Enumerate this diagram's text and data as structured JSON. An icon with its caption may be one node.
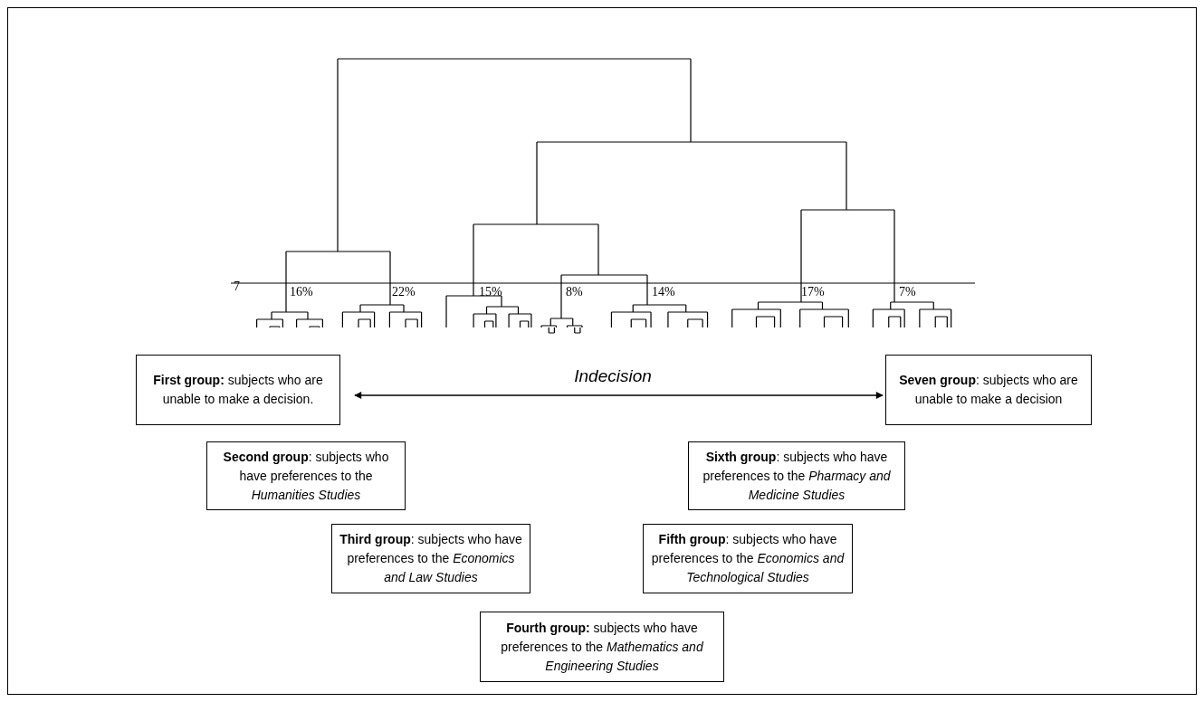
{
  "diagram": {
    "nodes": [
      {
        "text": [
          "**First group:** subjects who are unable to make a decision."
        ]
      },
      {
        "text": [
          "**Second group**: subjects who have preferences to the *Humanities Studies*"
        ]
      },
      {
        "text": [
          "**Third group**: subjects who have preferences to the *Economics and Law Studies*"
        ]
      },
      {
        "text": [
          "**Fourth group:** subjects who have preferences to the *Mathematics and Engineering Studies*"
        ]
      },
      {
        "text": [
          "**Fifth group**: subjects who have preferences to the *Economics and Technological Studies*"
        ]
      },
      {
        "text": [
          "**Sixth group**: subjects who have preferences to the *Pharmacy and Medicine Studies*"
        ]
      },
      {
        "text": [
          "**Seven group**: subjects who are unable to make a decision"
        ]
      }
    ],
    "edges": [
      {
        "from": 0,
        "to": 6,
        "arrow": "both",
        "label": "Indecision"
      }
    ],
    "labels": [
      "7",
      "16%",
      "22%",
      "15%",
      "8%",
      "14%",
      "17%",
      "7%"
    ]
  }
}
